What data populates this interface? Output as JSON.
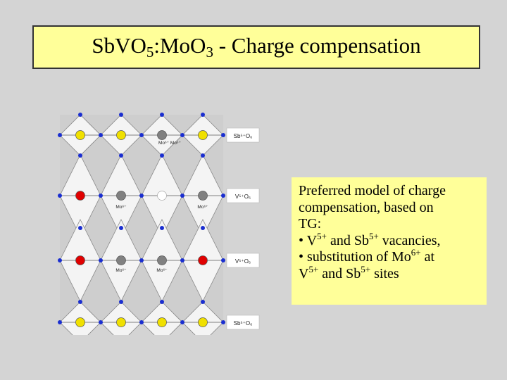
{
  "title": {
    "part1": "Sb",
    "part2": "VO",
    "sub1": "5",
    "part3": ":Mo",
    "part4": "O",
    "sub2": "3",
    "part5": " - Charge compensation"
  },
  "diagram": {
    "labels": {
      "layer_top": "Sb⁵⁺O₆",
      "layer_2": "V⁵⁺O₆",
      "layer_3": "V⁵⁺O₆",
      "layer_bottom": "Sb⁵⁺O₆",
      "mo_pair_top": "Mo⁶⁺ Mo⁶⁺",
      "mo_row2_a": "Mo⁶⁺",
      "mo_row2_b": "Mo⁶⁺",
      "mo_row3_a": "Mo⁶⁺",
      "mo_row3_b": "Mo⁶⁺"
    },
    "colors": {
      "sb_atom": "#f0e000",
      "v_atom": "#e00000",
      "mo_atom": "#808080",
      "oxygen": "#1a2ed0",
      "octahedron_light": "#f4f4f4",
      "octahedron_dark": "#c8c8c8"
    }
  },
  "info": {
    "line1": "Preferred model of charge",
    "line2": "compensation, based on",
    "line3": "TG:",
    "line4_a": "• V",
    "line4_sup1": "5+",
    "line4_b": " and Sb",
    "line4_sup2": "5+",
    "line4_c": " vacancies,",
    "line5_a": "• substitution of Mo",
    "line5_sup": "6+",
    "line5_b": " at",
    "line6_a": "V",
    "line6_sup1": "5+",
    "line6_b": " and Sb",
    "line6_sup2": "5+",
    "line6_c": " sites"
  }
}
